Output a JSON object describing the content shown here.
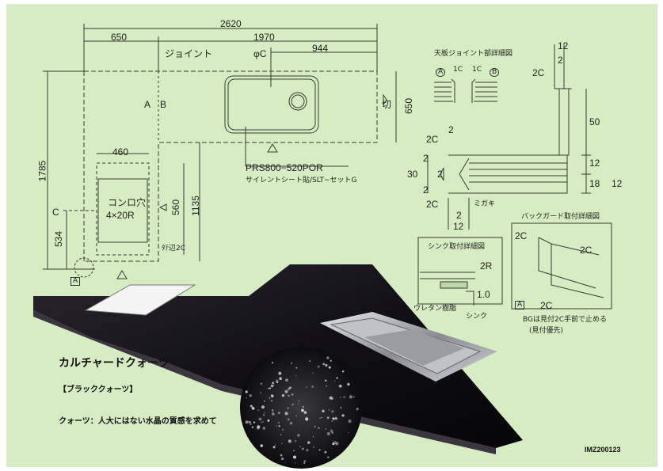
{
  "dimensions": {
    "total_width": "2620",
    "left_width": "650",
    "sink_section": "1970",
    "sink_offset": "944",
    "total_depth": "1785",
    "right_depth": "650",
    "lower_534": "534",
    "stove_width": "460",
    "stove_height": "560",
    "height_1135": "1135"
  },
  "labels": {
    "joint": "ジョイント",
    "phi_c": "φC",
    "mark_a": "A",
    "mark_b": "B",
    "mark_c": "C",
    "kiri": "切",
    "sink_model": "PRS800−520POR",
    "silent_sheet": "サイレントシート貼/SLT−セットG",
    "stove_hole": "コンロ穴",
    "stove_radius": "4×20R",
    "tategiri": "ﾀﾃ辺2C",
    "mark_a_box": "A"
  },
  "joint_detail": {
    "title": "天板ジョイント部詳細図",
    "a": "A",
    "b": "B",
    "a_chamfer": "1C",
    "b_chamfer": "1C"
  },
  "edge_detail": {
    "d12_top": "12",
    "d2_top": "2",
    "c2_top": "2C",
    "d50": "50",
    "d12_mid": "12",
    "d18": "18",
    "d12_low": "12",
    "c2_a": "2C",
    "c2_b": "2C",
    "d2_a": "2",
    "d2_b": "2",
    "d2_c": "2",
    "d2_d": "2",
    "d30": "30",
    "d2_e": "2",
    "d12_bot": "12",
    "migaki": "ミガキ"
  },
  "sink_detail": {
    "title": "シンク取付詳細図",
    "r2": "2R",
    "d1": "1.0",
    "urethane": "ウレタン樹脂",
    "sink": "シンク"
  },
  "backguard_detail": {
    "title": "バックガード取付詳細図",
    "c2_a": "2C",
    "c2_b": "2C",
    "c2_c": "2C",
    "mark": "A",
    "note1": "BGは見付2C手前で止める",
    "note2": "(見付優先)"
  },
  "product": {
    "name": "カルチャードクォーツ",
    "color": "【ブラッククォーツ】",
    "tagline": "クォーツ：人大にはない水晶の質感を求めて",
    "code": "IMZ200123"
  },
  "colors": {
    "panel": "#d6ecc2",
    "counter": "#1b1820",
    "line": "#3a3a3a"
  }
}
